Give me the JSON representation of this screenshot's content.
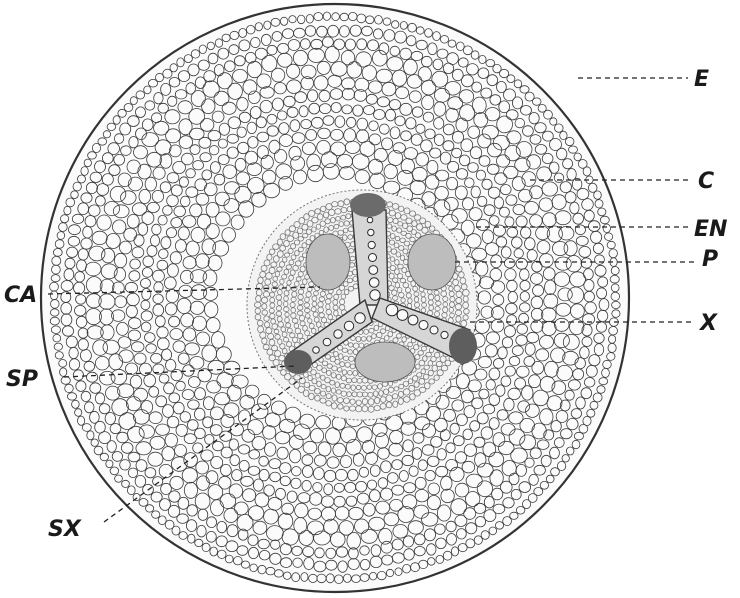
{
  "figure": {
    "labels": {
      "E": "E",
      "C": "C",
      "EN": "EN",
      "P": "P",
      "X": "X",
      "CA": "CA",
      "SP": "SP",
      "SX": "SX"
    }
  }
}
